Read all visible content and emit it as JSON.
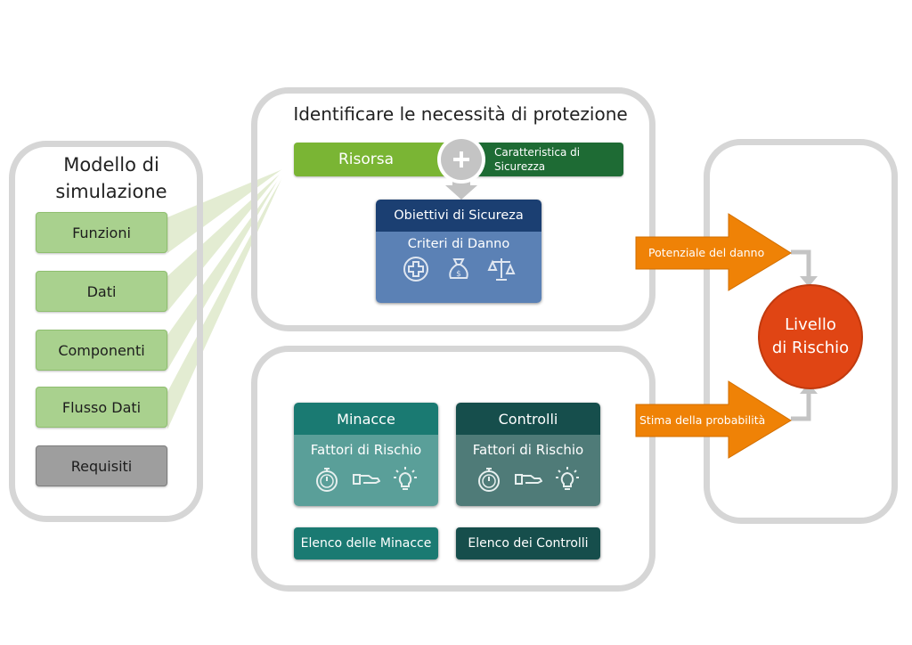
{
  "left_panel": {
    "title_line1": "Modello di",
    "title_line2": "simulazione",
    "items": [
      {
        "label": "Funzioni",
        "kind": "green"
      },
      {
        "label": "Dati",
        "kind": "green"
      },
      {
        "label": "Componenti",
        "kind": "green"
      },
      {
        "label": "Flusso Dati",
        "kind": "green"
      },
      {
        "label": "Requisiti",
        "kind": "gray"
      }
    ]
  },
  "top_panel": {
    "title": "Identificare le necessità di protezione",
    "resource_label": "Risorsa",
    "plus_symbol": "+",
    "security_char_line1": "Caratteristica di",
    "security_char_line2": "Sicurezza",
    "objectives_header": "Obiettivi di Sicureza",
    "damage_criteria": "Criteri di Danno",
    "damage_icons": [
      "health-cross-icon",
      "money-bag-icon",
      "scales-icon"
    ]
  },
  "bottom_panel": {
    "threats": {
      "header": "Minacce",
      "body": "Fattori di Rischio",
      "list_label": "Elenco delle Minacce"
    },
    "controls": {
      "header": "Controlli",
      "body": "Fattori di Rischio",
      "list_label": "Elenco dei Controlli"
    },
    "factor_icons": [
      "stopwatch-icon",
      "hand-icon",
      "lightbulb-icon"
    ]
  },
  "arrows": {
    "damage_potential": "Potenziale del danno",
    "probability_estimate": "Stima della probabilità"
  },
  "result": {
    "line1": "Livello",
    "line2": "di Rischio"
  },
  "colors": {
    "light_green": "#a9d18e",
    "resource_green": "#7ab534",
    "dark_green": "#1e6b34",
    "navy": "#1b3f72",
    "steel_blue": "#5b81b5",
    "teal": "#1a7a72",
    "teal_light": "#5a9f99",
    "dark_teal": "#164e4c",
    "dark_teal_light": "#4f7b78",
    "orange": "#ef8206",
    "risk_red": "#e04514",
    "panel_border": "#d6d6d6"
  }
}
